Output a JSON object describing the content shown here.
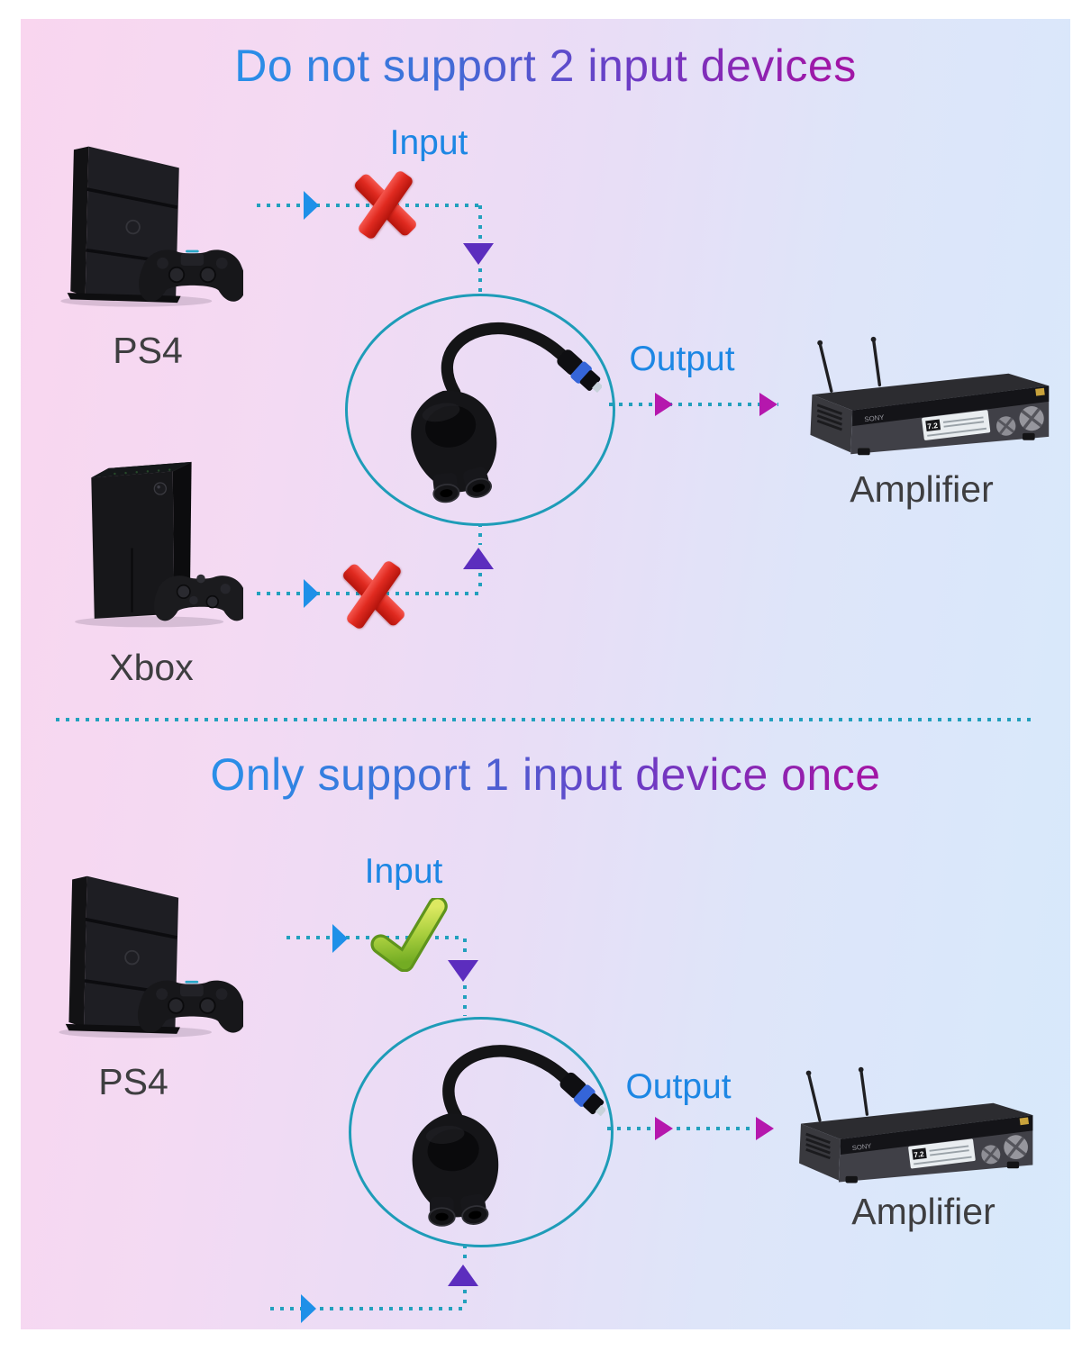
{
  "colors": {
    "panel_pink": "#f9d6ef",
    "panel_lavender": "#e9ddf6",
    "panel_blue": "#d7e9fb",
    "title_gradient_start": "#2a8ee8",
    "title_gradient_end": "#a116a6",
    "io_label_blue": "#1d87e4",
    "device_label_gray": "#3e3e40",
    "dotted_line_teal": "#22a0bd",
    "circle_stroke_teal": "#1e9cb8",
    "arrowhead_blue": "#1e90e8",
    "arrowhead_violet": "#5c2dbe",
    "arrowhead_magenta": "#b517ad",
    "cross_red": "#e02a20",
    "check_green": "#8fc63a"
  },
  "section1": {
    "title": "Do not support 2 input devices",
    "input_label": "Input",
    "output_label": "Output",
    "device1": {
      "label": "PS4"
    },
    "device2": {
      "label": "Xbox"
    },
    "amplifier": {
      "label": "Amplifier",
      "brand": "SONY",
      "display": "7.2"
    }
  },
  "section2": {
    "title": "Only support 1 input device once",
    "input_label": "Input",
    "output_label": "Output",
    "device1": {
      "label": "PS4"
    },
    "amplifier": {
      "label": "Amplifier",
      "brand": "SONY",
      "display": "7.2"
    }
  }
}
